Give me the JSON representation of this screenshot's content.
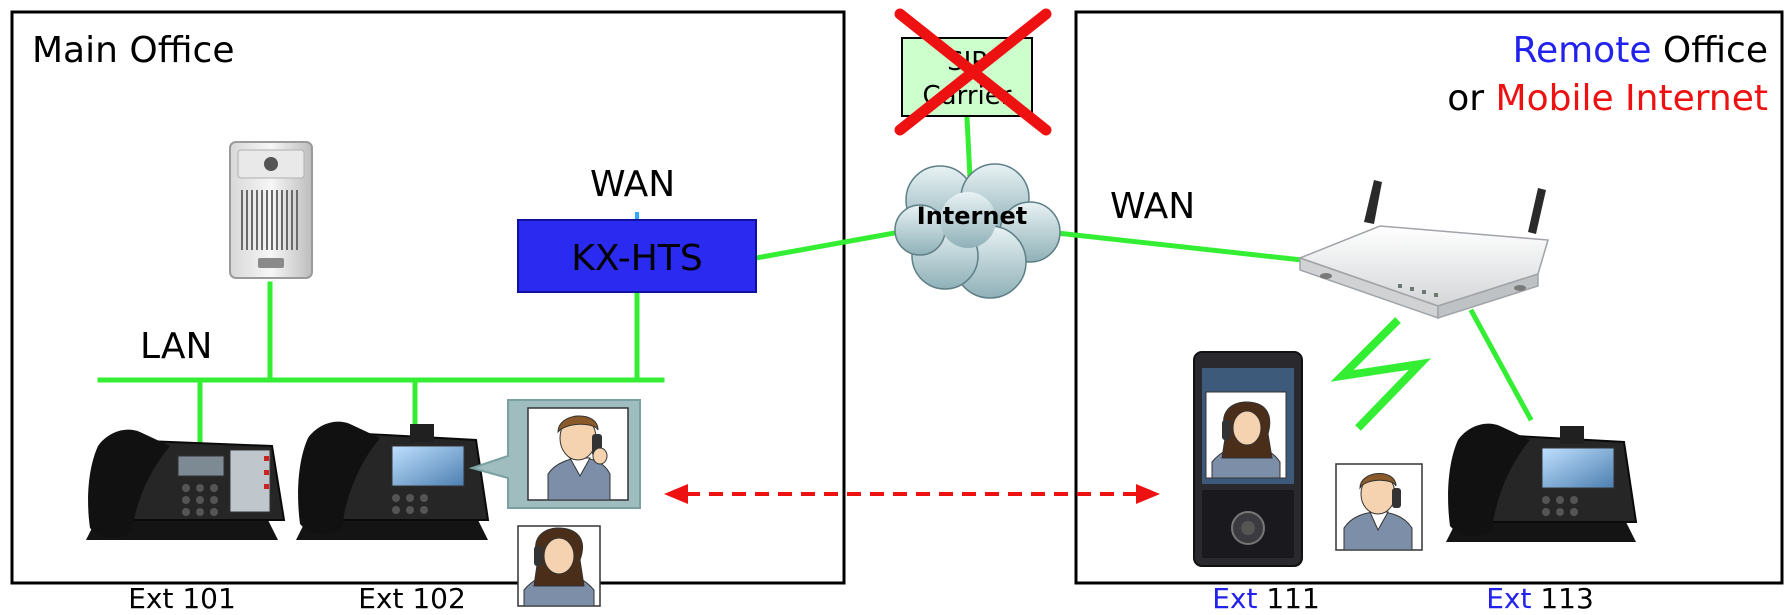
{
  "diagram": {
    "main_office": {
      "title": "Main Office"
    },
    "remote_office": {
      "title_part1": "Remote",
      "title_part2": " Office",
      "title_line2_part1": "or ",
      "title_line2_part2": "Mobile Internet"
    },
    "sip_carrier": {
      "line1": "SIP",
      "line2": "Carrier",
      "status": "unavailable"
    },
    "internet": {
      "label": "Internet"
    },
    "pbx": {
      "label": "KX-HTS"
    },
    "wan_left": "WAN",
    "wan_right": "WAN",
    "lan": "LAN",
    "extensions": {
      "ext101": "Ext 101",
      "ext102": "Ext 102",
      "ext111_prefix": "Ext",
      "ext111_number": " 111",
      "ext113_prefix": "Ext",
      "ext113_number": " 113"
    },
    "colors": {
      "link_green": "#33ee33",
      "pbx_blue": "#2a2af0",
      "sip_box_green": "#ccffcc",
      "cross_red": "#ee1111",
      "remote_blue": "#2222ee",
      "mobile_red": "#ee1111",
      "call_arrow_red": "#ee1111"
    }
  }
}
